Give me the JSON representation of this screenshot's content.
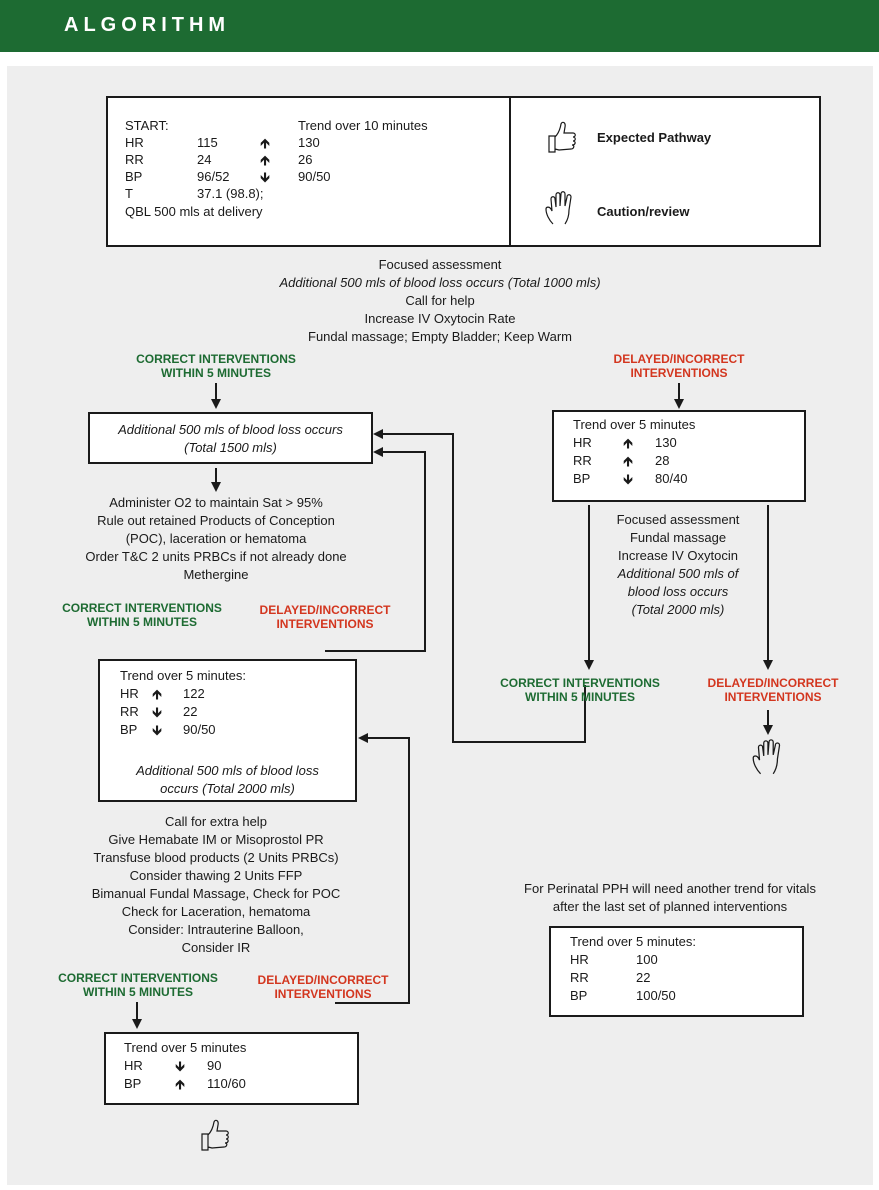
{
  "header": {
    "title": "ALGORITHM"
  },
  "colors": {
    "banner": "#1d6b32",
    "panel": "#eeeeee",
    "correct": "#1d6b32",
    "incorrect": "#d3361f"
  },
  "legend": {
    "expected_icon": "thumbs-up-icon",
    "expected_label": "Expected Pathway",
    "caution_icon": "open-hand-icon",
    "caution_label": "Caution/review"
  },
  "start_box": {
    "start_label": "START:",
    "trend_label": "Trend over 10 minutes",
    "rows": [
      {
        "k": "HR",
        "v": "115",
        "arrow": "up",
        "t": "130"
      },
      {
        "k": "RR",
        "v": "24",
        "arrow": "up",
        "t": "26"
      },
      {
        "k": "BP",
        "v": "96/52",
        "arrow": "down",
        "t": "90/50"
      },
      {
        "k": "T",
        "v": "37.1 (98.8);",
        "arrow": "",
        "t": ""
      }
    ],
    "qbl": "QBL 500 mls at delivery"
  },
  "focused": {
    "line1": "Focused assessment",
    "line2": "Additional 500 mls of blood loss occurs (Total 1000 mls)",
    "line3": "Call for help",
    "line4": "Increase IV Oxytocin Rate",
    "line5": "Fundal massage; Empty Bladder; Keep Warm"
  },
  "labels": {
    "correct_l1": "CORRECT INTERVENTIONS",
    "correct_l2": "WITHIN 5 MINUTES",
    "incorrect_l1": "DELAYED/INCORRECT",
    "incorrect_l2": "INTERVENTIONS"
  },
  "box_1500": {
    "line1": "Additional 500 mls of blood loss occurs",
    "line2": "(Total 1500 mls)"
  },
  "after_1500": {
    "line1": "Administer O2 to maintain Sat > 95%",
    "line2": "Rule out retained Products of Conception",
    "line3": "(POC), laceration or hematoma",
    "line4": "Order T&C 2 units PRBCs if not already done",
    "line5": "Methergine"
  },
  "right_trend_box": {
    "title": "Trend over 5 minutes",
    "rows": [
      {
        "k": "HR",
        "arrow": "up",
        "v": "130"
      },
      {
        "k": "RR",
        "arrow": "up",
        "v": "28"
      },
      {
        "k": "BP",
        "arrow": "down",
        "v": "80/40"
      }
    ]
  },
  "right_text": {
    "line1": "Focused assessment",
    "line2": "Fundal massage",
    "line3": "Increase IV Oxytocin",
    "line4": "Additional 500 mls of",
    "line5": "blood loss occurs",
    "line6": "(Total 2000 mls)"
  },
  "mid_box": {
    "title": "Trend over 5 minutes:",
    "rows": [
      {
        "k": "HR",
        "arrow": "up",
        "v": "122"
      },
      {
        "k": "RR",
        "arrow": "down",
        "v": "22"
      },
      {
        "k": "BP",
        "arrow": "down",
        "v": "90/50"
      }
    ],
    "line1": "Additional 500 mls of blood loss",
    "line2": "occurs (Total 2000 mls)"
  },
  "after_2000": {
    "line1": "Call for extra help",
    "line2": "Give Hemabate IM or Misoprostol PR",
    "line3": "Transfuse blood products (2 Units PRBCs)",
    "line4": "Consider thawing 2 Units FFP",
    "line5": "Bimanual Fundal Massage, Check for POC",
    "line6": "Check for Laceration, hematoma",
    "line7": "Consider: Intrauterine Balloon,",
    "line8": "Consider IR"
  },
  "final_box": {
    "title": "Trend over 5 minutes",
    "rows": [
      {
        "k": "HR",
        "arrow": "down",
        "v": "90"
      },
      {
        "k": "BP",
        "arrow": "up",
        "v": "110/60"
      }
    ]
  },
  "perinatal": {
    "line1": "For Perinatal PPH will need another trend for vitals",
    "line2": "after the last set of planned interventions"
  },
  "perinatal_box": {
    "title": "Trend over 5 minutes:",
    "rows": [
      {
        "k": "HR",
        "v": "100"
      },
      {
        "k": "RR",
        "v": "22"
      },
      {
        "k": "BP",
        "v": "100/50"
      }
    ]
  }
}
